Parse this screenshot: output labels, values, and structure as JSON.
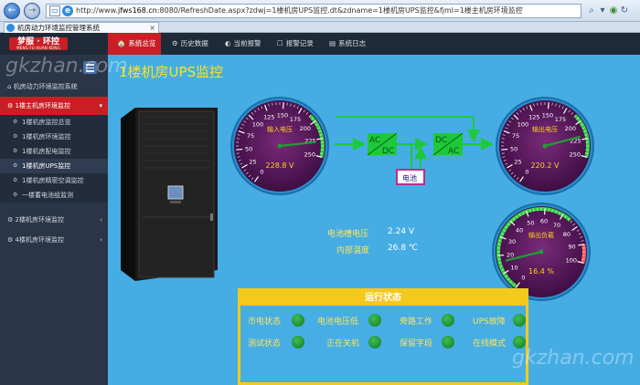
{
  "browser": {
    "url_prefix": "http://www.",
    "url_host": "jfws168.cn",
    "url_rest": ":8080/RefreshDate.aspx?zdwj=1楼机房UPS监控.dt&zdname=1楼机房UPS监控&fjml=1楼主机房环境监控",
    "tab_title": "机房动力环境监控管理系统"
  },
  "header": {
    "logo_main": "梦服 · 环控",
    "logo_sub": "MENG FU HUAN KONG",
    "tabs": [
      {
        "icon": "🏠",
        "label": "系统总览"
      },
      {
        "icon": "⚙",
        "label": "历史数据"
      },
      {
        "icon": "◐",
        "label": "当前报警"
      },
      {
        "icon": "☐",
        "label": "报警记录"
      },
      {
        "icon": "▤",
        "label": "系统日志"
      }
    ]
  },
  "sidebar": {
    "system_title": "机房动力环境监控系统",
    "active_group": "1楼主机房环境监控",
    "sub_items": [
      "1楼机房监控总览",
      "1楼机房环境监控",
      "1楼机房配电监控",
      "1楼机房UPS监控",
      "1楼机房精密空调监控",
      "一楼蓄电池组监测"
    ],
    "groups": [
      "2楼机房环境监控",
      "4楼机房环境监控"
    ]
  },
  "main": {
    "title": "1楼机房UPS监控",
    "gauges": [
      {
        "label": "输入电压",
        "value": "228.8 V",
        "ticks": [
          "0",
          "25",
          "50",
          "75",
          "100",
          "125",
          "150",
          "175",
          "200",
          "225",
          "250"
        ],
        "reading": 228.8,
        "max": 250
      },
      {
        "label": "输出电压",
        "value": "220.2 V",
        "ticks": [
          "0",
          "25",
          "50",
          "75",
          "100",
          "125",
          "150",
          "175",
          "200",
          "225",
          "250"
        ],
        "reading": 220.2,
        "max": 250
      },
      {
        "label": "输出负载",
        "value": "16.4 %",
        "ticks": [
          "0",
          "10",
          "20",
          "30",
          "40",
          "50",
          "60",
          "70",
          "80",
          "90",
          "100"
        ],
        "reading": 16.4,
        "max": 100
      }
    ],
    "flow": {
      "rectifier_top": "AC",
      "rectifier_bottom": "DC",
      "inverter_top": "DC",
      "inverter_bottom": "AC",
      "battery": "电池"
    },
    "readouts": [
      {
        "label": "电池槽电压",
        "value": "2.24 V"
      },
      {
        "label": "内部温度",
        "value": "26.8 ℃"
      }
    ],
    "status_title": "运行状态",
    "status_items": [
      "市电状态",
      "电池电压低",
      "旁路工作",
      "UPS故障",
      "测试状态",
      "正在关机",
      "保留字段",
      "在线模式"
    ]
  },
  "colors": {
    "accent_red": "#c81f24",
    "title_yellow": "#ffe31a",
    "panel_blue": "#45ade3",
    "status_green": "#1f9a37"
  },
  "watermark": "gkzhan.com"
}
